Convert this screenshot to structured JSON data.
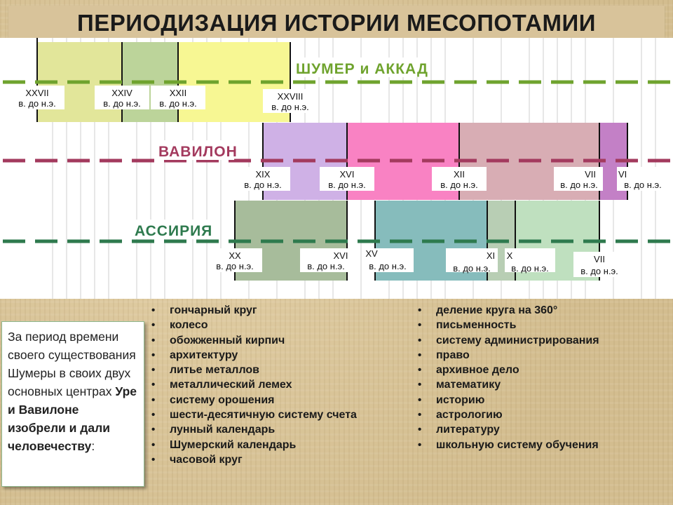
{
  "title": "ПЕРИОДИЗАЦИЯ ИСТОРИИ МЕСОПОТАМИИ",
  "tracks": {
    "sumer": {
      "label": "ШУМЕР и АККАД",
      "color": "#6fa32e"
    },
    "babylon": {
      "label": "ВАВИЛОН",
      "color": "#a33a5e"
    },
    "assyria": {
      "label": "АССИРИЯ",
      "color": "#2e7a4e"
    }
  },
  "dates": [
    {
      "century": "XXVII",
      "era": "в. до н.э."
    },
    {
      "century": "XXIV",
      "era": "в. до н.э."
    },
    {
      "century": "XXII",
      "era": "в. до н.э."
    },
    {
      "century": "XXVIII",
      "era": "в. до н.э."
    },
    {
      "century": "XIX",
      "era": "в. до н.э."
    },
    {
      "century": "XVI",
      "era": "в. до н.э."
    },
    {
      "century": "XII",
      "era": "в. до н.э."
    },
    {
      "century": "VII",
      "era": "в. до н.э."
    },
    {
      "century": "VI",
      "era": "в. до н.э."
    },
    {
      "century": "XX",
      "era": "в. до н.э."
    },
    {
      "century": "XVI",
      "era": "в. до н.э."
    },
    {
      "century": "XV",
      "era": "в. до н.э."
    },
    {
      "century": "XI",
      "era": "в. до н.э."
    },
    {
      "century": "X",
      "era": "в. до н.э."
    },
    {
      "century": "VII",
      "era": "в. до н.э."
    }
  ],
  "note": {
    "text": "За период времени своего существования Шумеры в своих двух основных центрах",
    "bold_text": "Уре и Вавилоне изобрели и дали человечеству",
    "suffix": ":"
  },
  "inventions_left": [
    "гончарный круг",
    "колесо",
    "обожженный кирпич",
    "архитектуру",
    "литье металлов",
    "металлический лемех",
    "систему орошения",
    "шести-десятичную систему счета",
    "лунный календарь",
    "Шумерский календарь",
    "часовой круг"
  ],
  "inventions_right": [
    "деление круга на 360°",
    "письменность",
    "систему администрирования",
    "право",
    "архивное дело",
    "математику",
    "историю",
    "астрологию",
    "литературу",
    "школьную систему обучения"
  ]
}
